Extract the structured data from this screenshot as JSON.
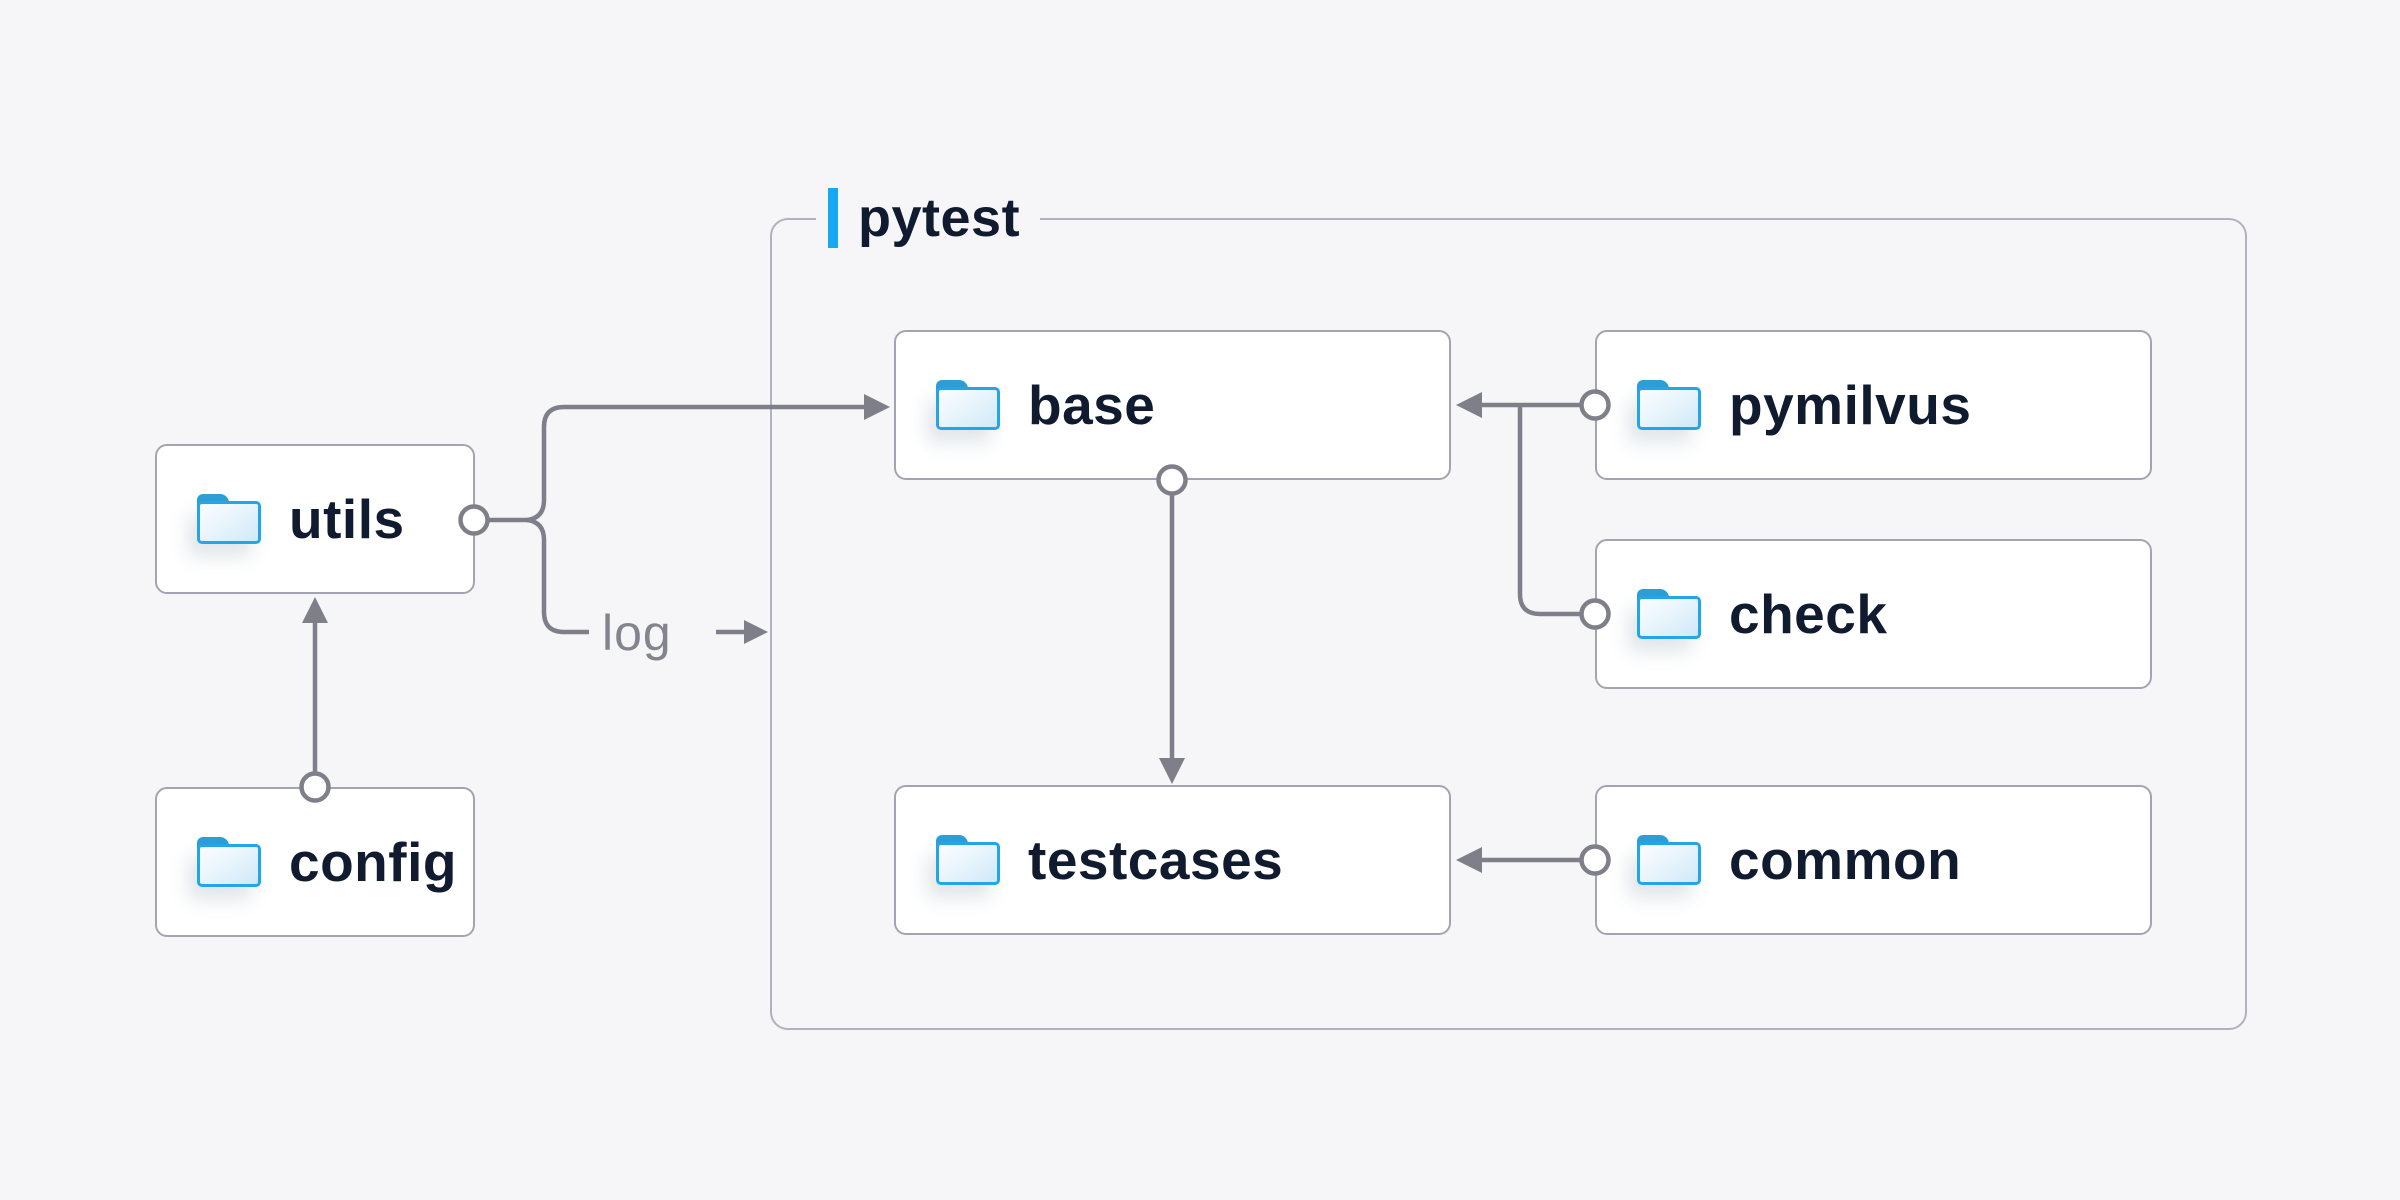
{
  "diagram": {
    "title_group": {
      "label": "pytest",
      "accent_color": "#16a8f0",
      "border_color": "#b2b2be"
    },
    "nodes": {
      "utils": {
        "label": "utils",
        "icon": "folder-icon"
      },
      "config": {
        "label": "config",
        "icon": "folder-icon"
      },
      "base": {
        "label": "base",
        "icon": "folder-icon",
        "group": "pytest"
      },
      "pymilvus": {
        "label": "pymilvus",
        "icon": "folder-icon",
        "group": "pytest"
      },
      "check": {
        "label": "check",
        "icon": "folder-icon",
        "group": "pytest"
      },
      "testcases": {
        "label": "testcases",
        "icon": "folder-icon",
        "group": "pytest"
      },
      "common": {
        "label": "common",
        "icon": "folder-icon",
        "group": "pytest"
      }
    },
    "edges": [
      {
        "from": "utils",
        "to": "base",
        "style": "arrow"
      },
      {
        "from": "utils",
        "to": "log",
        "style": "labeled-arrow",
        "label": "log"
      },
      {
        "from": "config",
        "to": "utils",
        "style": "arrow"
      },
      {
        "from": "base",
        "to": "testcases",
        "style": "arrow"
      },
      {
        "from": "pymilvus",
        "to": "base",
        "style": "arrow"
      },
      {
        "from": "check",
        "to": "base",
        "style": "arrow"
      },
      {
        "from": "common",
        "to": "testcases",
        "style": "arrow"
      }
    ],
    "log_label": "log",
    "colors": {
      "background": "#f6f6f8",
      "node_fill": "#ffffff",
      "node_border": "#a4a4b0",
      "connector": "#7f7f8a",
      "text": "#101b30",
      "edge_label_text": "#84848e",
      "folder_border": "#25a5e9",
      "folder_tab": "#2d9fd6",
      "accent_blue": "#16a8f0"
    }
  }
}
